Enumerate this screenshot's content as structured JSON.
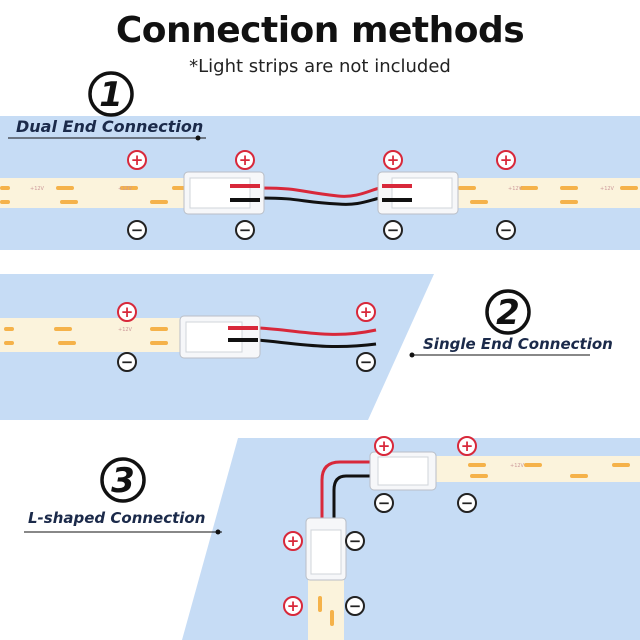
{
  "title": "Connection methods",
  "subtitle": "*Light strips are not included",
  "methods": [
    {
      "number": "1",
      "label": "Dual End Connection"
    },
    {
      "number": "2",
      "label": "Single End Connection"
    },
    {
      "number": "3",
      "label": "L-shaped Connection"
    }
  ],
  "strip_marking": "+12V",
  "symbols": {
    "plus": "+",
    "minus": "−"
  },
  "colors": {
    "panel": "#c6dcf5",
    "strip": "#fbf3dc",
    "led": "#f5b24a",
    "plus": "#d8283a",
    "minus": "#222222",
    "wire_red": "#d8283a",
    "wire_black": "#111111"
  },
  "icons": [
    "number-badge-icon",
    "plus-terminal-icon",
    "minus-terminal-icon",
    "connector-icon",
    "wire-icon",
    "led-strip-icon"
  ]
}
